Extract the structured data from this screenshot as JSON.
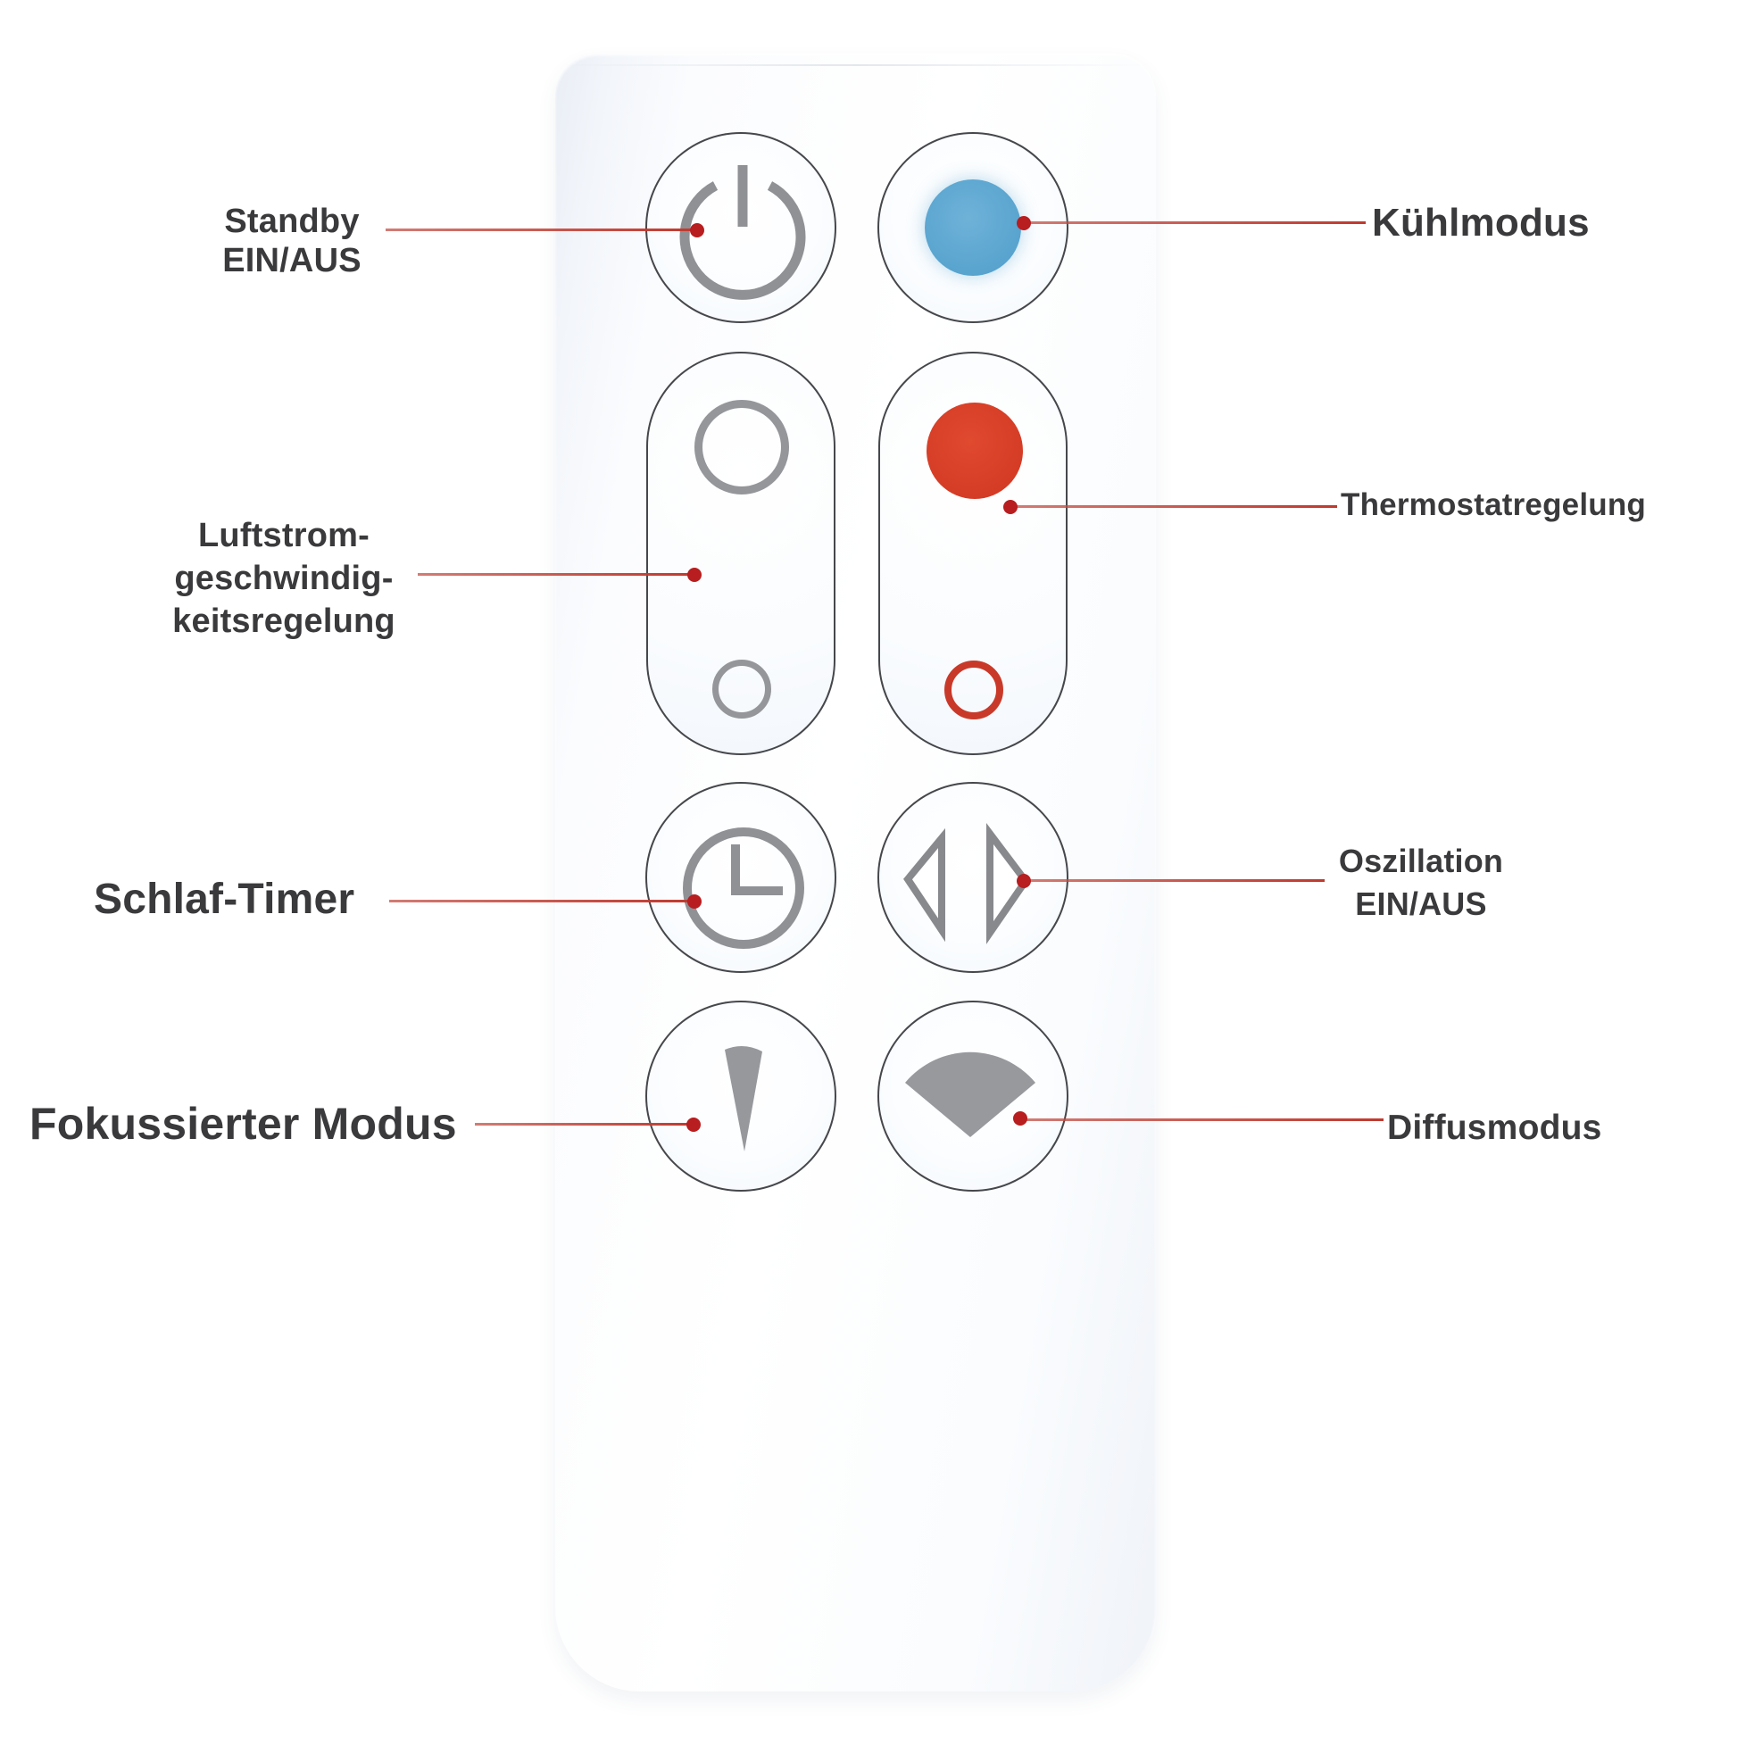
{
  "title": "Fernbedienung Tastenbelegung (remote control button diagram)",
  "colors": {
    "background": "#ffffff",
    "annotation_line": "#c0392e",
    "annotation_dot": "#b81d1f",
    "label_text": "#3a3a3c",
    "icon_gray": "#94969a",
    "cool_blue": "#58a4cf",
    "heat_red": "#d53c26",
    "button_outline": "#2c2e32"
  },
  "labels": {
    "standby": {
      "lines": [
        "Standby",
        "EIN/AUS"
      ]
    },
    "cool_mode": {
      "text": "Kühlmodus"
    },
    "airflow": {
      "lines": [
        "Luftstrom-",
        "geschwindig-",
        "keitsregelung"
      ]
    },
    "thermostat": {
      "text": "Thermostatregelung"
    },
    "sleep_timer": {
      "text": "Schlaf-Timer"
    },
    "oscillation": {
      "lines": [
        "Oszillation",
        "EIN/AUS"
      ]
    },
    "focused_mode": {
      "text": "Fokussierter Modus"
    },
    "diffuse_mode": {
      "text": "Diffusmodus"
    }
  },
  "buttons": {
    "power": {
      "icon": "power-icon"
    },
    "cool": {
      "icon": "blue-dot-icon"
    },
    "airflow_increase": {
      "icon": "large-ring-icon"
    },
    "airflow_decrease": {
      "icon": "small-ring-icon"
    },
    "thermostat_up": {
      "icon": "red-dot-icon"
    },
    "thermostat_down": {
      "icon": "red-ring-icon"
    },
    "sleep_timer": {
      "icon": "clock-icon"
    },
    "oscillation": {
      "icon": "left-right-triangles-icon"
    },
    "focused_mode": {
      "icon": "narrow-jet-icon"
    },
    "diffuse_mode": {
      "icon": "wide-fan-icon"
    }
  }
}
